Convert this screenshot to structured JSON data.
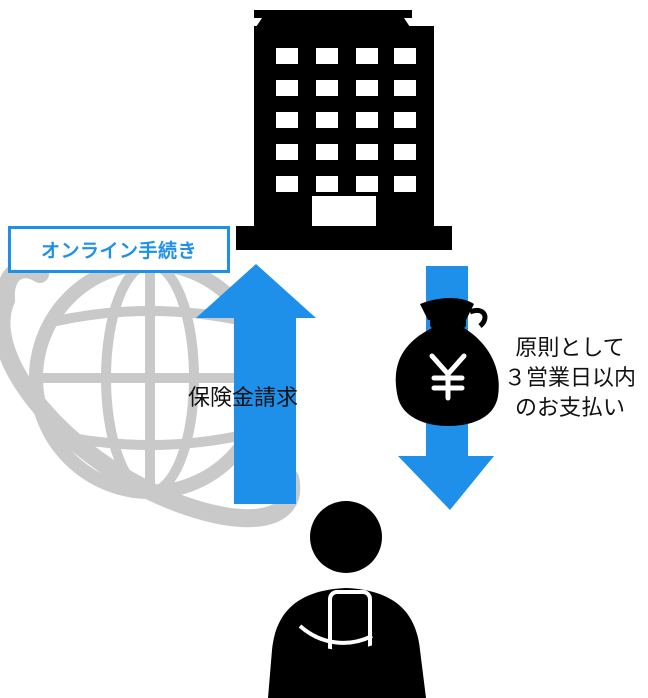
{
  "badge": {
    "label": "オンライン手続き"
  },
  "claim": {
    "label": "保険金請求"
  },
  "payment": {
    "lines": [
      "原則として",
      "３営業日以内",
      "のお支払い"
    ]
  },
  "icons": {
    "globe": "globe-icon",
    "building": "office-building-icon",
    "money_bag": "yen-money-bag-icon",
    "person": "person-with-smartphone-icon"
  },
  "colors": {
    "arrow": "#1e90ea",
    "badge_border": "#1e90ea",
    "badge_text": "#1e90ea",
    "globe": "#c9c9c9",
    "silhouette": "#000000",
    "bag_symbol": "#ffffff"
  }
}
